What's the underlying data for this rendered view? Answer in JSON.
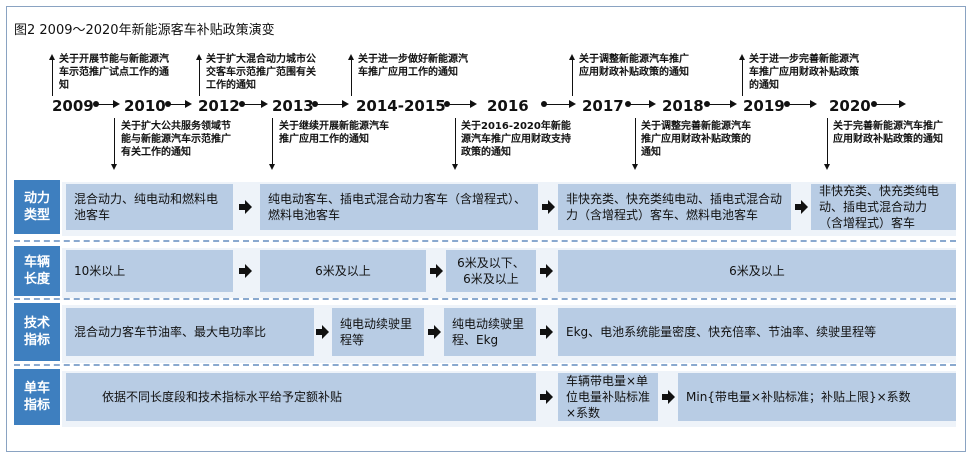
{
  "figure_title": "图2  2009～2020年新能源客车补贴政策演变",
  "timeline": {
    "years": [
      "2009",
      "2010",
      "2012",
      "2013",
      "2014-2015",
      "2016",
      "2017",
      "2018",
      "2019",
      "2020"
    ],
    "policies_above": [
      "关于开展节能与新能源汽车示范推广试点工作的通知",
      "关于扩大混合动力城市公交客车示范推广范围有关工作的通知",
      "关于进一步做好新能源汽车推广应用工作的通知",
      "关于调整新能源汽车推广应用财政补贴政策的通知",
      "关于进一步完善新能源汽车推广应用财政补贴政策的通知"
    ],
    "policies_below": [
      "关于扩大公共服务领域节能与新能源汽车示范推广有关工作的通知",
      "关于继续开展新能源汽车推广应用工作的通知",
      "关于2016-2020年新能源汽车推广应用财政支持政策的通知",
      "关于调整完善新能源汽车推广应用财政补贴政策的通知",
      "关于完善新能源汽车推广应用财政补贴政策的通知"
    ]
  },
  "rows": [
    {
      "label": "动力\n类型",
      "cells": [
        "混合动力、纯电动和燃料电池客车",
        "纯电动客车、插电式混合动力客车（含增程式）、燃料电池客车",
        "非快充类、快充类纯电动、插电式混合动力（含增程式）客车、燃料电池客车",
        "非快充类、快充类纯电动、插电式混合动力（含增程式）客车"
      ]
    },
    {
      "label": "车辆\n长度",
      "cells": [
        "10米以上",
        "6米及以上",
        "6米及以下、6米及以上",
        "6米及以上"
      ]
    },
    {
      "label": "技术\n指标",
      "cells": [
        "混合动力客车节油率、最大电功率比",
        "纯电动续驶里程等",
        "纯电动续驶里程、Ekg",
        "Ekg、电池系统能量密度、快充倍率、节油率、续驶里程等"
      ]
    },
    {
      "label": "单车\n指标",
      "cells": [
        "依据不同长度段和技术指标水平给予定额补贴",
        "车辆带电量×单位电量补贴标准×系数",
        "Min{带电量×补贴标准；补贴上限}×系数"
      ]
    }
  ]
}
